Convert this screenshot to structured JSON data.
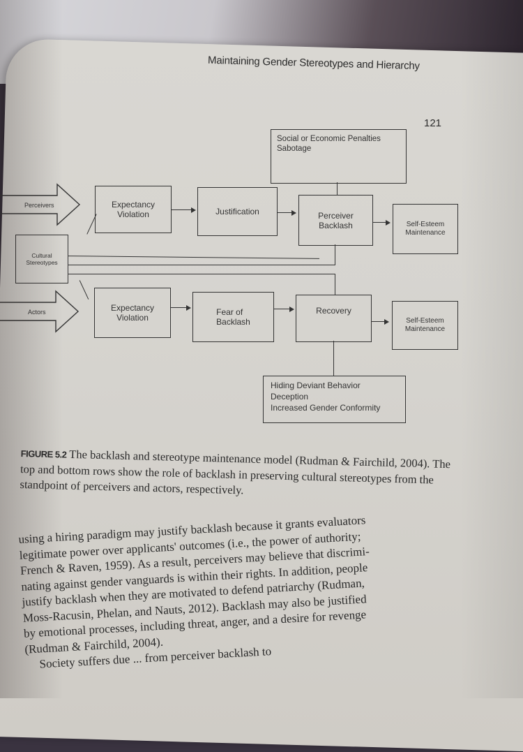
{
  "header": {
    "running_title": "Maintaining Gender Stereotypes and Hierarchy",
    "page_number": "121"
  },
  "figure": {
    "boxes": {
      "penalties": "Social or Economic Penalties\nSabotage",
      "top_expectancy": "Expectancy\nViolation",
      "justification": "Justification",
      "perceiver_backlash": "Perceiver\nBacklash",
      "top_self_esteem": "Self-Esteem\nMaintenance",
      "cultural_stereotypes": "Cultural\nStereotypes",
      "bottom_expectancy": "Expectancy\nViolation",
      "fear_of_backlash": "Fear of\nBacklash",
      "recovery": "Recovery",
      "bottom_self_esteem": "Self-Esteem\nMaintenance",
      "hiding": "Hiding Deviant Behavior\nDeception\nIncreased Gender Conformity"
    },
    "arrow_labels": {
      "perceivers": "Perceivers",
      "actors": "Actors"
    }
  },
  "caption": {
    "label": "FIGURE 5.2",
    "text": " The backlash and stereotype maintenance model (Rudman & Fairchild, 2004). The top and bottom rows show the role of backlash in preserving cultural stereotypes from the standpoint of perceivers and actors, respectively."
  },
  "body": {
    "paragraph_1": "using a hiring paradigm may justify backlash because it grants evaluators\nlegitimate power over applicants' outcomes (i.e., the power of authority;\nFrench & Raven, 1959). As a result, perceivers may believe that discrimi-\nnating against gender vanguards is within their rights. In addition, people\njustify backlash when they are motivated to defend patriarchy (Rudman,\nMoss-Racusin, Phelan, and Nauts, 2012). Backlash may also be justified\nby emotional processes, including threat, anger, and a desire for revenge\n(Rudman & Fairchild, 2004).",
    "paragraph_2_start": "Society suffers due ... from perceiver backlash to"
  }
}
